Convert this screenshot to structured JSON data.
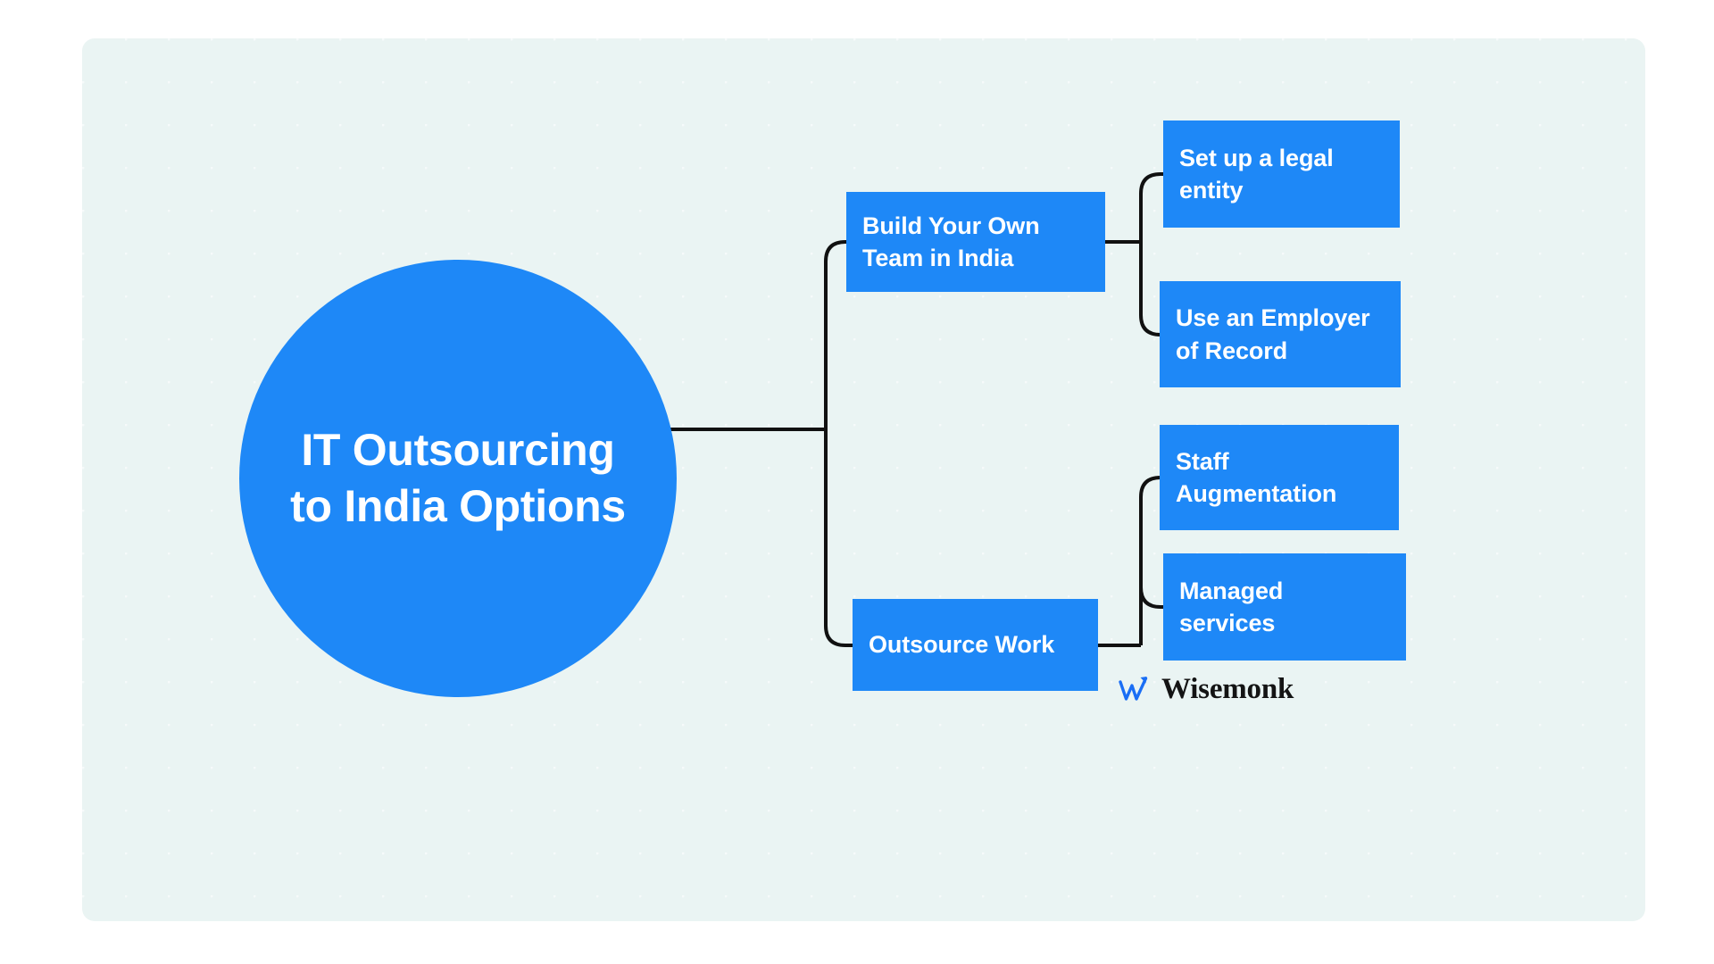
{
  "canvas": {
    "background_color": "#eaf4f3",
    "page_background_color": "#ffffff"
  },
  "theme": {
    "accent_blue": "#1e88f7",
    "node_text_color": "#ffffff",
    "connector_color": "#111111",
    "brand_text_color": "#141414"
  },
  "diagram": {
    "type": "mind-map",
    "root": {
      "label": "IT Outsourcing\nto India Options",
      "shape": "circle"
    },
    "branches": [
      {
        "label": "Build Your Own\nTeam in India",
        "shape": "rectangle",
        "children": [
          {
            "label": "Set up a legal\nentity",
            "shape": "rectangle"
          },
          {
            "label": "Use an Employer\nof Record",
            "shape": "rectangle"
          }
        ]
      },
      {
        "label": "Outsource Work",
        "shape": "rectangle",
        "children": [
          {
            "label": "Staff\nAugmentation",
            "shape": "rectangle"
          },
          {
            "label": "Managed\nservices",
            "shape": "rectangle"
          }
        ]
      }
    ]
  },
  "brand": {
    "name": "Wisemonk",
    "mark_icon": "w-arrow-up-icon",
    "mark_color": "#1a6ef5"
  }
}
